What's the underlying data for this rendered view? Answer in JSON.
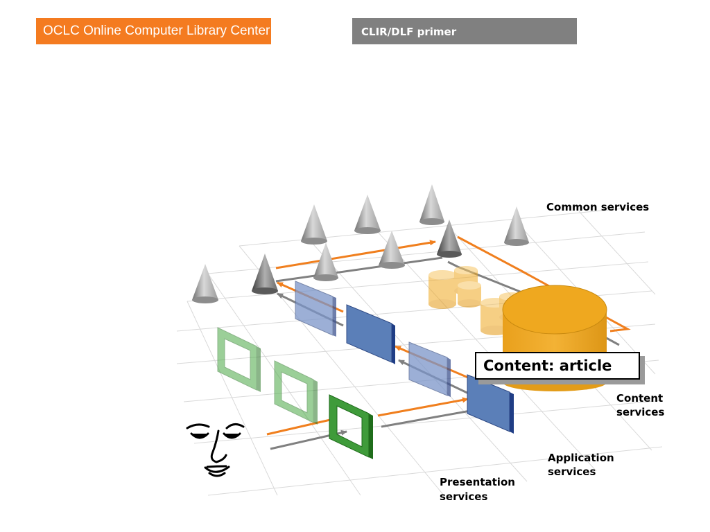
{
  "header": {
    "org_title": "OCLC Online Computer Library Center",
    "doc_title": "CLIR/DLF primer"
  },
  "labels": {
    "common_services": "Common services",
    "content_services_line1": "Content",
    "content_services_line2": "services",
    "application_services_line1": "Application",
    "application_services_line2": "services",
    "presentation_services_line1": "Presentation",
    "presentation_services_line2": "services"
  },
  "callout": {
    "text": "Content: article"
  },
  "colors": {
    "header_orange": "#f47b20",
    "header_gray": "#808080",
    "flow_orange": "#f07f1e",
    "flow_gray": "#808080",
    "presentation_green": "#3f9b3a",
    "application_blue": "#5b7fb8",
    "content_gold": "#f0a820",
    "cone_gray": "#a8a8a8"
  },
  "icons": [
    "user-face-icon"
  ]
}
